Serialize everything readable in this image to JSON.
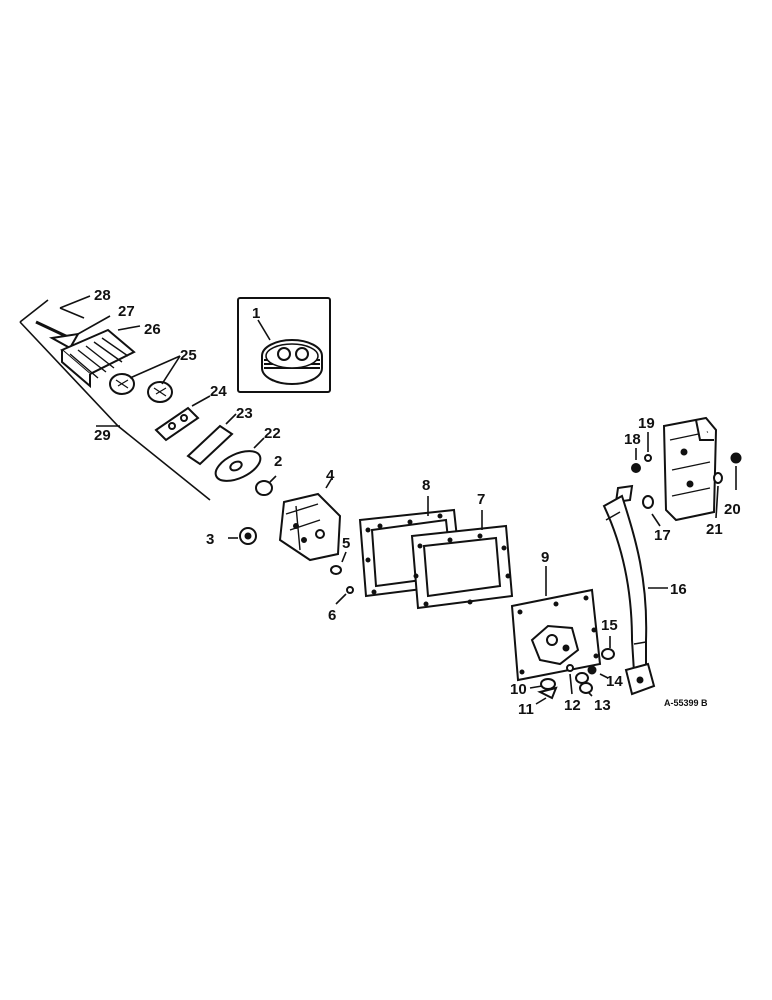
{
  "drawing_code": "A-55399 B",
  "callouts": {
    "c1": "1",
    "c2": "2",
    "c3": "3",
    "c4": "4",
    "c5": "5",
    "c6": "6",
    "c7": "7",
    "c8": "8",
    "c9": "9",
    "c10": "10",
    "c11": "11",
    "c12": "12",
    "c13": "13",
    "c14": "14",
    "c15": "15",
    "c16": "16",
    "c17": "17",
    "c18": "18",
    "c19": "19",
    "c20": "20",
    "c21": "21",
    "c22": "22",
    "c23": "23",
    "c24": "24",
    "c25": "25",
    "c26": "26",
    "c27": "27",
    "c28": "28",
    "c29": "29"
  }
}
